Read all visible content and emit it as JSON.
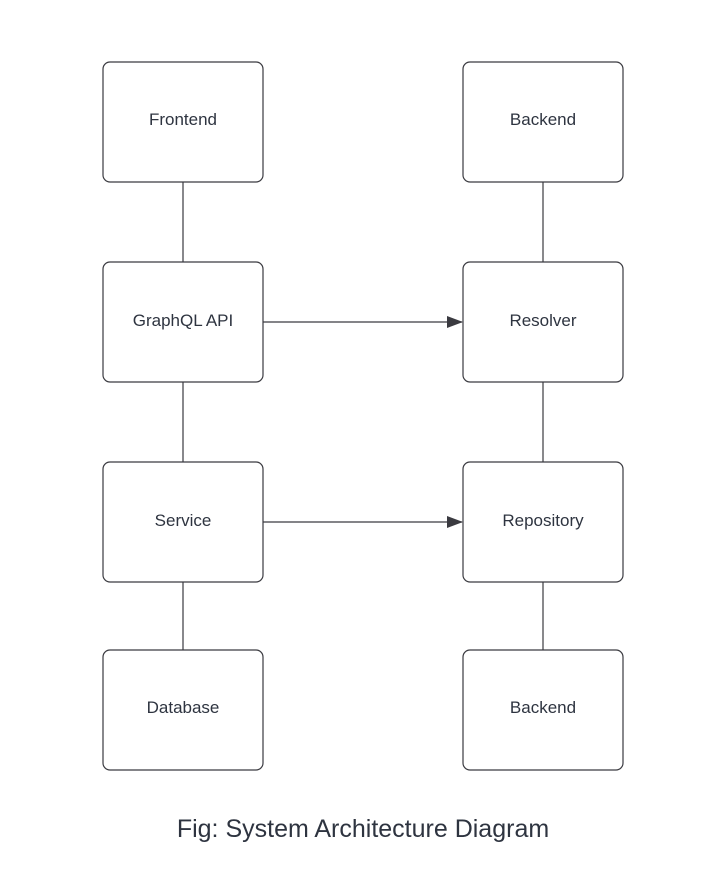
{
  "nodes": {
    "frontend": {
      "label": "Frontend"
    },
    "backend_top": {
      "label": "Backend"
    },
    "graphql_api": {
      "label": "GraphQL API"
    },
    "resolver": {
      "label": "Resolver"
    },
    "service": {
      "label": "Service"
    },
    "repository": {
      "label": "Repository"
    },
    "database": {
      "label": "Database"
    },
    "backend_bottom": {
      "label": "Backend"
    }
  },
  "edges": [
    {
      "from": "frontend",
      "to": "graphql_api",
      "type": "line"
    },
    {
      "from": "graphql_api",
      "to": "service",
      "type": "line"
    },
    {
      "from": "service",
      "to": "database",
      "type": "line"
    },
    {
      "from": "backend_top",
      "to": "resolver",
      "type": "line"
    },
    {
      "from": "resolver",
      "to": "repository",
      "type": "line"
    },
    {
      "from": "repository",
      "to": "backend_bottom",
      "type": "line"
    },
    {
      "from": "graphql_api",
      "to": "resolver",
      "type": "arrow"
    },
    {
      "from": "service",
      "to": "repository",
      "type": "arrow"
    }
  ],
  "caption": "Fig: System Architecture Diagram",
  "colors": {
    "stroke": "#3a3a40",
    "text": "#2e3440",
    "background": "#ffffff"
  }
}
